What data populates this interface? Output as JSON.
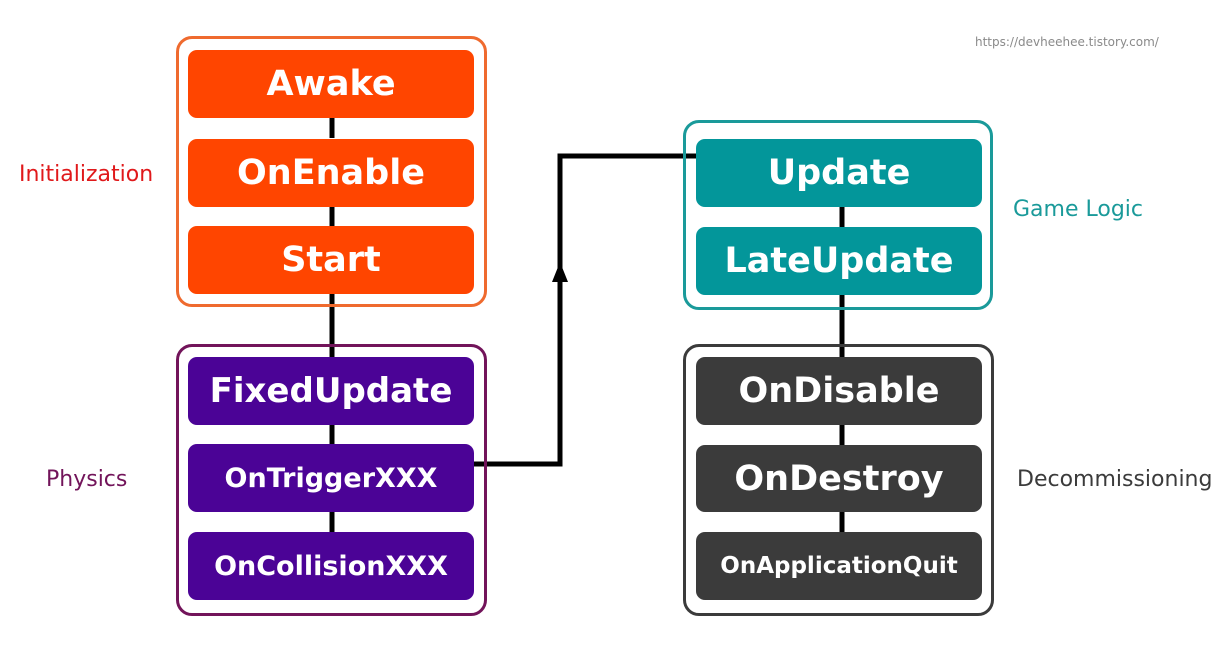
{
  "watermark": "https://devheehee.tistory.com/",
  "colors": {
    "initialization": "#ff4500",
    "initialization_border": "#ef6a2e",
    "initialization_label": "#e0191b",
    "physics": "#4b0396",
    "physics_border": "#72145a",
    "physics_label": "#72145a",
    "game_logic": "#03969a",
    "game_logic_border": "#1a9a9a",
    "game_logic_label": "#1a9a9a",
    "decommissioning": "#3b3b3b",
    "decommissioning_border": "#3b3b3b",
    "decommissioning_label": "#3b3b3b",
    "connector": "#000000"
  },
  "groups": {
    "initialization": {
      "label": "Initialization",
      "steps": [
        "Awake",
        "OnEnable",
        "Start"
      ]
    },
    "physics": {
      "label": "Physics",
      "steps": [
        "FixedUpdate",
        "OnTriggerXXX",
        "OnCollisionXXX"
      ]
    },
    "game_logic": {
      "label": "Game Logic",
      "steps": [
        "Update",
        "LateUpdate"
      ]
    },
    "decommissioning": {
      "label": "Decommissioning",
      "steps": [
        "OnDisable",
        "OnDestroy",
        "OnApplicationQuit"
      ]
    }
  }
}
